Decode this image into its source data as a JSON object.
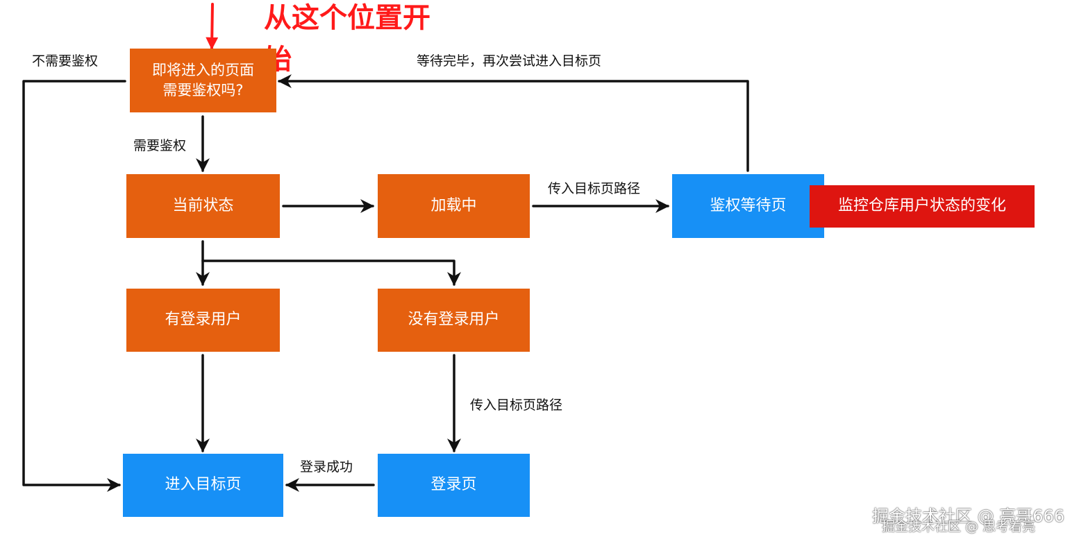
{
  "annotation": {
    "line1": "从这个位置开",
    "line2": "始"
  },
  "nodes": {
    "start_line1": "即将进入的页面",
    "start_line2": "需要鉴权吗?",
    "current_state": "当前状态",
    "loading": "加载中",
    "auth_wait": "鉴权等待页",
    "monitor": "监控仓库用户状态的变化",
    "has_user": "有登录用户",
    "no_user": "没有登录用户",
    "enter_target": "进入目标页",
    "login_page": "登录页"
  },
  "edge_labels": {
    "no_auth": "不需要鉴权",
    "need_auth": "需要鉴权",
    "retry": "等待完毕，再次尝试进入目标页",
    "pass_path_1": "传入目标页路径",
    "pass_path_2": "传入目标页路径",
    "login_success": "登录成功"
  },
  "watermark": {
    "primary": "掘金技术社区 @ 亮哥666",
    "secondary": "掘金技术社区 @ 思考着亮"
  },
  "colors": {
    "orange": "#e5600f",
    "blue": "#1790f6",
    "red": "#de1510",
    "arrow": "#111111",
    "annotation": "#ff1a1a"
  }
}
